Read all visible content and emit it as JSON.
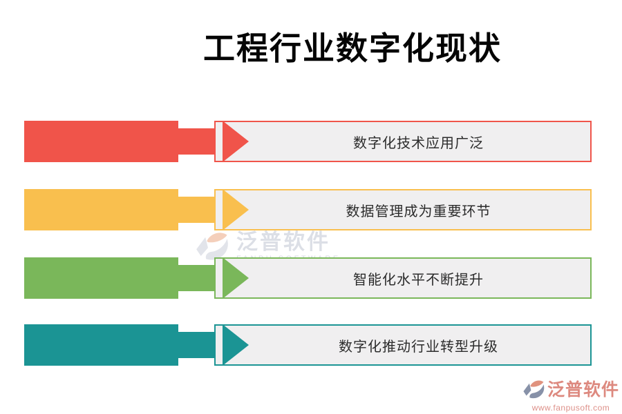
{
  "title": "工程行业数字化现状",
  "rows": [
    {
      "label": "数字化技术应用广泛",
      "color": "#f0544a"
    },
    {
      "label": "数据管理成为重要环节",
      "color": "#f9bf4e"
    },
    {
      "label": "智能化水平不断提升",
      "color": "#7ab75a"
    },
    {
      "label": "数字化推动行业转型升级",
      "color": "#1b9494"
    }
  ],
  "box_fill": "#f0eff0",
  "text_color": "#2b2b2b",
  "watermark": {
    "brand": "泛普软件",
    "subtitle": "FANPU SOFTWARE",
    "colors": {
      "main": "#e2e4ea",
      "accent": "#f4cfbb"
    }
  },
  "footer": {
    "brand": "泛普软件",
    "url": "www.fanpusoft.com",
    "colors": {
      "main": "#8removed",
      "accent": "#e0927e"
    }
  },
  "footer_colors": {
    "main": "#8791a8",
    "accent": "#e0927e"
  }
}
